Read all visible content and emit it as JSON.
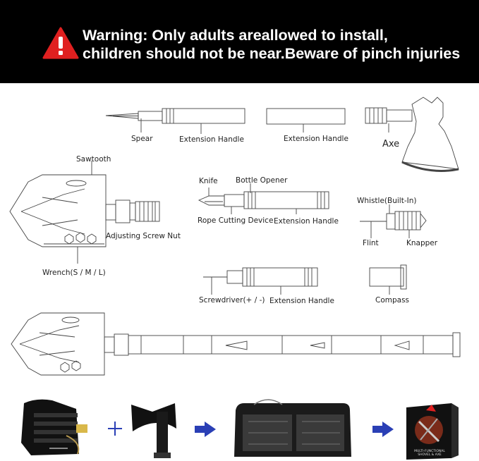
{
  "warning": {
    "line1": "Warning: Only adults areallowed to install,",
    "line2": "children should not be near.Beware of pinch injuries",
    "icon": "warning-triangle-icon",
    "icon_color": "#e02020"
  },
  "labels": {
    "spear": "Spear",
    "extension_handle_1": "Extension Handle",
    "extension_handle_2": "Extension Handle",
    "axe": "Axe",
    "sawtooth": "Sawtooth",
    "adjusting_screw_nut": "Adjusting Screw Nut",
    "wrench": "Wrench(S / M / L)",
    "knife": "Knife",
    "bottle_opener": "Bottle Opener",
    "rope_cutting_device": "Rope Cutting Device",
    "extension_handle_3": "Extension Handle",
    "whistle": "Whistle(Built-In)",
    "flint": "Flint",
    "knapper": "Knapper",
    "screwdriver": "Screwdriver(+ / -)",
    "extension_handle_4": "Extension Handle",
    "compass": "Compass"
  },
  "colors": {
    "banner": "#000000",
    "arrow": "#2a3fb5",
    "line_art": "#444444"
  },
  "package": {
    "box_text_1": "MULTI-FUNCTIONAL",
    "box_text_2": "SHOVEL & AXE"
  }
}
